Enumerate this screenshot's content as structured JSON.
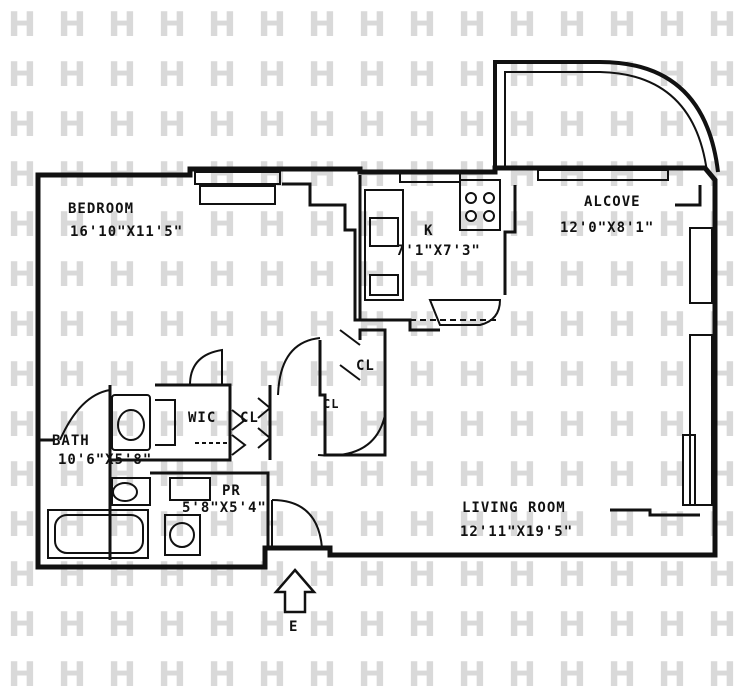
{
  "watermark": {
    "glyph": "H",
    "color": "#d9d9d9"
  },
  "colors": {
    "ink": "#111111",
    "paper": "#ffffff"
  },
  "rooms": {
    "bedroom": {
      "name": "BEDROOM",
      "dims": "16'10\"X11'5\""
    },
    "alcove": {
      "name": "ALCOVE",
      "dims": "12'0\"X8'1\""
    },
    "kitchen": {
      "name": "K",
      "dims": "7'1\"X7'3\""
    },
    "bath": {
      "name": "BATH",
      "dims": "10'6\"X5'8\""
    },
    "powder_room": {
      "name": "PR",
      "dims": "5'8\"X5'4\""
    },
    "walk_in_closet": {
      "name": "WIC"
    },
    "closet_a": {
      "name": "CL"
    },
    "closet_b": {
      "name": "CL"
    },
    "closet_c": {
      "name": "CL"
    },
    "living_room": {
      "name": "LIVING ROOM",
      "dims": "12'11\"X19'5\""
    }
  },
  "entrance": {
    "label": "E"
  }
}
